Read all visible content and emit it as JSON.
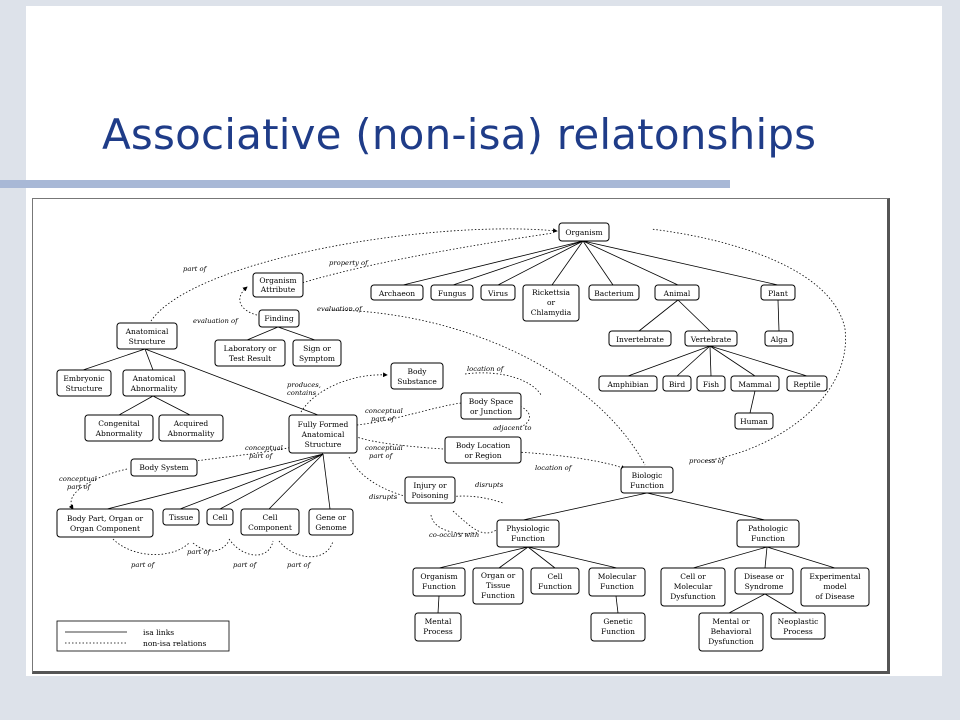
{
  "slide": {
    "title": "Associative (non-isa) relatonships"
  },
  "legend": {
    "isa": "isa links",
    "nonisa": "non-isa relations"
  },
  "nodes": {
    "organism": [
      "Organism"
    ],
    "organism_attribute": [
      "Organism",
      "Attribute"
    ],
    "finding": [
      "Finding"
    ],
    "lab_result": [
      "Laboratory or",
      "Test Result"
    ],
    "sign_symptom": [
      "Sign or",
      "Symptom"
    ],
    "anatomical_structure": [
      "Anatomical",
      "Structure"
    ],
    "embryonic_structure": [
      "Embryonic",
      "Structure"
    ],
    "anatomical_abnormality": [
      "Anatomical",
      "Abnormality"
    ],
    "congenital_abnormality": [
      "Congenital",
      "Abnormality"
    ],
    "acquired_abnormality": [
      "Acquired",
      "Abnormality"
    ],
    "fully_formed": [
      "Fully Formed",
      "Anatomical",
      "Structure"
    ],
    "body_system": [
      "Body System"
    ],
    "body_part": [
      "Body Part, Organ or",
      "Organ Component"
    ],
    "tissue": [
      "Tissue"
    ],
    "cell": [
      "Cell"
    ],
    "cell_component": [
      "Cell",
      "Component"
    ],
    "gene_genome": [
      "Gene or",
      "Genome"
    ],
    "body_substance": [
      "Body",
      "Substance"
    ],
    "body_space": [
      "Body Space",
      "or Junction"
    ],
    "body_location": [
      "Body Location",
      "or Region"
    ],
    "injury": [
      "Injury or",
      "Poisoning"
    ],
    "archaeon": [
      "Archaeon"
    ],
    "fungus": [
      "Fungus"
    ],
    "virus": [
      "Virus"
    ],
    "rickettsia": [
      "Rickettsia",
      "or",
      "Chlamydia"
    ],
    "bacterium": [
      "Bacterium"
    ],
    "animal": [
      "Animal"
    ],
    "plant": [
      "Plant"
    ],
    "invertebrate": [
      "Invertebrate"
    ],
    "vertebrate": [
      "Vertebrate"
    ],
    "alga": [
      "Alga"
    ],
    "amphibian": [
      "Amphibian"
    ],
    "bird": [
      "Bird"
    ],
    "fish": [
      "Fish"
    ],
    "mammal": [
      "Mammal"
    ],
    "reptile": [
      "Reptile"
    ],
    "human": [
      "Human"
    ],
    "biologic_function": [
      "Biologic",
      "Function"
    ],
    "physiologic_function": [
      "Physiologic",
      "Function"
    ],
    "pathologic_function": [
      "Pathologic",
      "Function"
    ],
    "organism_function": [
      "Organism",
      "Function"
    ],
    "organ_tissue_function": [
      "Organ or",
      "Tissue",
      "Function"
    ],
    "cell_function": [
      "Cell",
      "Function"
    ],
    "molecular_function": [
      "Molecular",
      "Function"
    ],
    "mental_process": [
      "Mental",
      "Process"
    ],
    "genetic_function": [
      "Genetic",
      "Function"
    ],
    "cell_molecular_dysfunction": [
      "Cell or",
      "Molecular",
      "Dysfunction"
    ],
    "disease_syndrome": [
      "Disease or",
      "Syndrome"
    ],
    "experimental_model": [
      "Experimental",
      "model",
      "of Disease"
    ],
    "mental_behavioral": [
      "Mental or",
      "Behavioral",
      "Dysfunction"
    ],
    "neoplastic": [
      "Neoplastic",
      "Process"
    ]
  },
  "relations": {
    "part_of": "part of",
    "property_of": "property of",
    "evaluation_of": "evaluation of",
    "produces_contains": [
      "produces,",
      "contains"
    ],
    "location_of": "location of",
    "conceptual_part_of": [
      "conceptual",
      "part of"
    ],
    "adjacent_to": "adjacent to",
    "disrupts": "disrupts",
    "co_occurs_with": "co-occurs with",
    "process_of": "process of"
  }
}
